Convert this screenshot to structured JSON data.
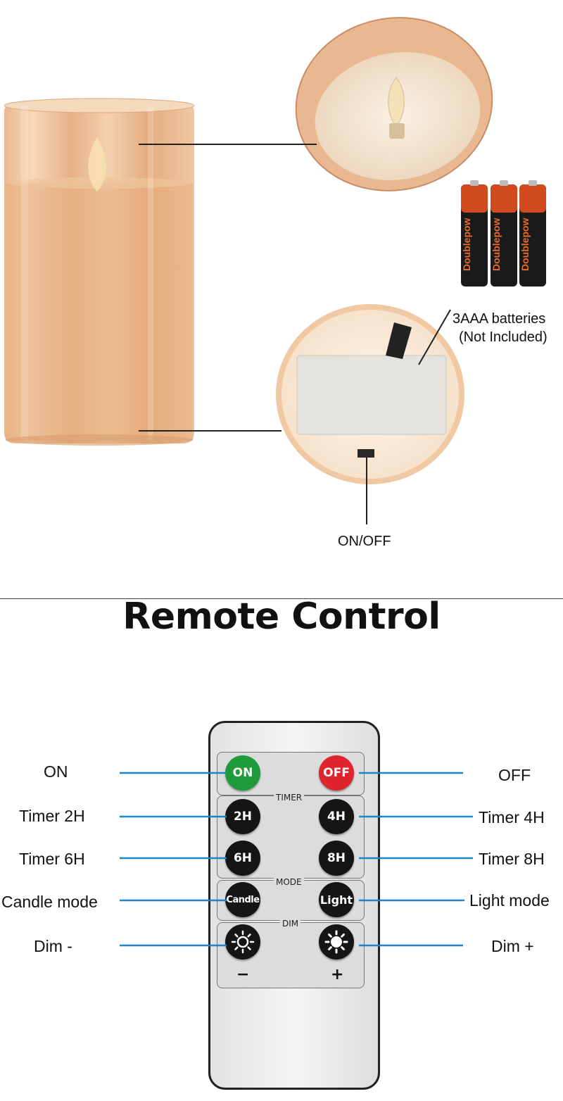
{
  "callouts": {
    "batteries_line1": "3AAA batteries",
    "batteries_line2": "(Not Included)",
    "switch": "ON/OFF"
  },
  "battery_brand": "Doublepow",
  "title": "Remote Control",
  "remote": {
    "on": "ON",
    "off": "OFF",
    "timer_group": "TIMER",
    "t2": "2H",
    "t4": "4H",
    "t6": "6H",
    "t8": "8H",
    "mode_group": "MODE",
    "candle": "Candle",
    "light": "Light",
    "dim_group": "DIM",
    "minus": "−",
    "plus": "+"
  },
  "labels": {
    "on": "ON",
    "off": "OFF",
    "timer2": "Timer 2H",
    "timer4": "Timer 4H",
    "timer6": "Timer 6H",
    "timer8": "Timer 8H",
    "candle_mode": "Candle mode",
    "light_mode": "Light mode",
    "dim_minus": "Dim -",
    "dim_plus": "Dim +"
  },
  "colors": {
    "on_button": "#1f9a3a",
    "off_button": "#e0242c",
    "leader_line": "#1f86c6",
    "candle_glass": "#e9b98a"
  }
}
